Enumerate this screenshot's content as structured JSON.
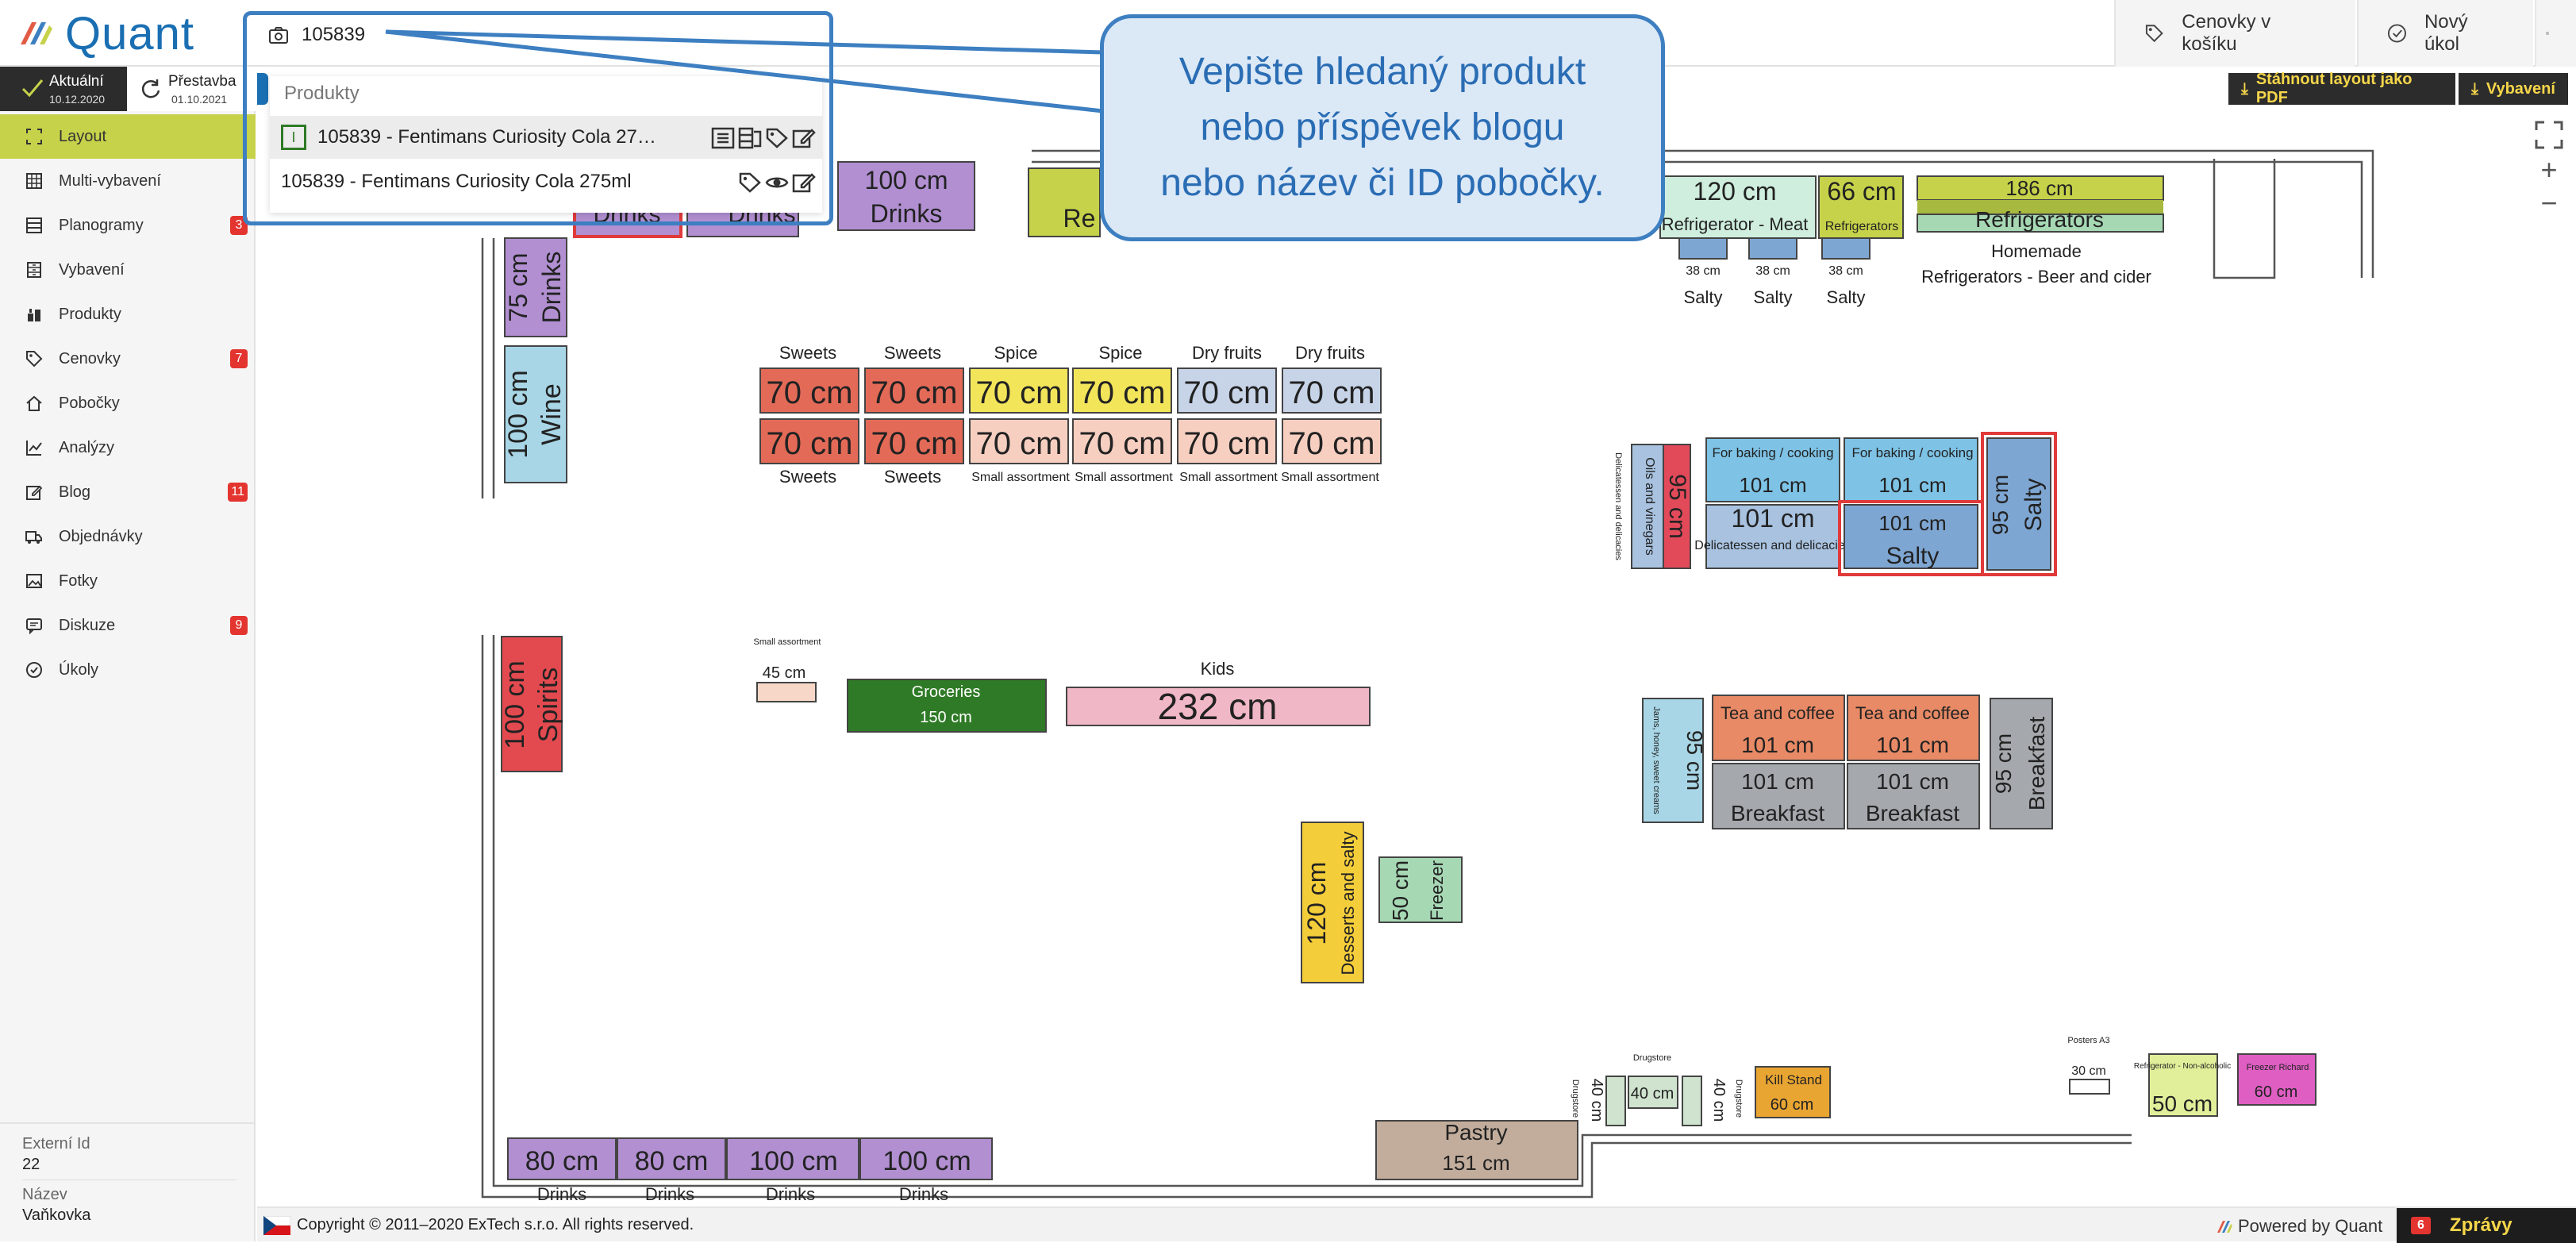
{
  "app": {
    "name": "Quant"
  },
  "header": {
    "buttons": [
      {
        "label": "Cenovky v košíku",
        "icon": "tag-icon"
      },
      {
        "label": "Nový úkol",
        "icon": "check-circle-icon"
      }
    ],
    "user_icon": "user-badge-icon"
  },
  "search": {
    "value": "105839",
    "dropdown": {
      "heading": "Produkty",
      "items": [
        {
          "label": "105839 - Fentimans Curiosity Cola 27…",
          "badge": "I"
        },
        {
          "label": "105839 - Fentimans Curiosity Cola 275ml"
        }
      ]
    }
  },
  "callout": {
    "lines": [
      "Vepište hledaný produkt",
      "nebo příspěvek blogu",
      "nebo název či ID pobočky."
    ]
  },
  "versions": {
    "active": {
      "label": "Aktuální",
      "date": "10.12.2020"
    },
    "previous": {
      "label": "Přestavba",
      "date": "01.10.2021"
    }
  },
  "sidebar": {
    "items": [
      {
        "label": "Layout",
        "icon": "layout-icon",
        "active": true
      },
      {
        "label": "Multi-vybavení",
        "icon": "grid-icon"
      },
      {
        "label": "Planogramy",
        "icon": "planogram-icon",
        "badge": "3"
      },
      {
        "label": "Vybavení",
        "icon": "equipment-icon"
      },
      {
        "label": "Produkty",
        "icon": "products-icon"
      },
      {
        "label": "Cenovky",
        "icon": "tag-icon",
        "badge": "7"
      },
      {
        "label": "Pobočky",
        "icon": "home-icon"
      },
      {
        "label": "Analýzy",
        "icon": "chart-icon"
      },
      {
        "label": "Blog",
        "icon": "edit-icon",
        "badge": "11"
      },
      {
        "label": "Objednávky",
        "icon": "truck-icon"
      },
      {
        "label": "Fotky",
        "icon": "image-icon"
      },
      {
        "label": "Diskuze",
        "icon": "chat-icon",
        "badge": "9"
      },
      {
        "label": "Úkoly",
        "icon": "check-circle-icon"
      }
    ],
    "meta": [
      {
        "label": "Externí Id",
        "value": "22"
      },
      {
        "label": "Název",
        "value": "Vaňkovka"
      }
    ]
  },
  "toolbar": {
    "pdf_label": "Stáhnout layout jako PDF",
    "equip_label": "Vybavení"
  },
  "zoom": {
    "fit": "fit-icon",
    "in": "+",
    "out": "−"
  },
  "colors": {
    "accent": "#c6d24a",
    "brand": "#1a6fb3",
    "badge": "#e3342f",
    "frame": "#3d7fc1",
    "purple": "#b18fd1",
    "blue": "#8ab6dc"
  },
  "shelves": {
    "drinks_top": [
      "Drinks",
      "Drinks",
      "100 cm",
      "Drinks",
      "Re"
    ],
    "l_drinks": {
      "size": "75 cm",
      "name": "Drinks"
    },
    "wine": {
      "size": "100 cm",
      "name": "Wine"
    },
    "spirits": {
      "size": "100 cm",
      "name": "Spirits"
    },
    "top_labels": [
      "Sweets",
      "Sweets",
      "Spice",
      "Spice",
      "Dry fruits",
      "Dry fruits"
    ],
    "bottom_labels": [
      "Sweets",
      "Sweets",
      "Small assortment",
      "Small assortment",
      "Small assortment",
      "Small assortment"
    ],
    "gondola_size": "70 cm",
    "small": {
      "label": "Small assortment",
      "size": "45 cm"
    },
    "groceries": {
      "name": "Groceries",
      "size": "150 cm"
    },
    "kids": {
      "name": "Kids",
      "size": "232 cm"
    },
    "desserts": {
      "size": "120 cm",
      "name": "Desserts and salty"
    },
    "freezer": {
      "size": "50 cm",
      "name": "Freezer"
    },
    "fridge_meat": {
      "size": "120 cm",
      "name": "Refrigerator - Meat"
    },
    "fridge_66": {
      "size": "66 cm",
      "name": "Refrigerators"
    },
    "fridge_186": {
      "size": "186 cm",
      "name": "Refrigerators",
      "sub1": "Homemade",
      "sub2": "Refrigerators - Beer and cider"
    },
    "salty_small": {
      "size": "38 cm",
      "name": "Salty"
    },
    "oils": {
      "name": "Oils and vinegars",
      "sub": "Delicatessen and delicacies",
      "size": "95 cm"
    },
    "baking": {
      "name": "For baking / cooking",
      "size": "101 cm"
    },
    "deli": {
      "size": "101 cm",
      "name": "Delicatessen and delicacies"
    },
    "salty": {
      "size": "101 cm",
      "name": "Salty"
    },
    "salty95": {
      "size": "95 cm",
      "name": "Salty"
    },
    "jams": {
      "name": "Jams, honey, sweet creams",
      "size": "95 cm"
    },
    "tea": {
      "name": "Tea and coffee",
      "size": "101 cm"
    },
    "breakfast": {
      "size": "101 cm",
      "name": "Breakfast"
    },
    "breakfast95": {
      "size": "95 cm",
      "name": "Breakfast"
    },
    "bottom_drinks": [
      {
        "size": "80 cm",
        "name": "Drinks"
      },
      {
        "size": "80 cm",
        "name": "Drinks"
      },
      {
        "size": "100 cm",
        "name": "Drinks"
      },
      {
        "size": "100 cm",
        "name": "Drinks"
      }
    ],
    "pastry": {
      "name": "Pastry",
      "size": "151 cm"
    },
    "drugstore": {
      "name": "Drugstore",
      "size": "40 cm"
    },
    "kill": {
      "name": "Kill Stand",
      "size": "60 cm"
    },
    "posters": {
      "name": "Posters A3",
      "size": "30 cm"
    },
    "fridge_non": {
      "name": "Refrigerator - Non-alcoholic",
      "size": "50 cm"
    },
    "freezer_r": {
      "name": "Freezer Richard",
      "size": "60 cm"
    }
  },
  "footer": {
    "copyright": "Copyright © 2011–2020 ExTech s.r.o. All rights reserved.",
    "powered": "Powered by Quant",
    "messages": "Zprávy",
    "messages_badge": "6"
  }
}
